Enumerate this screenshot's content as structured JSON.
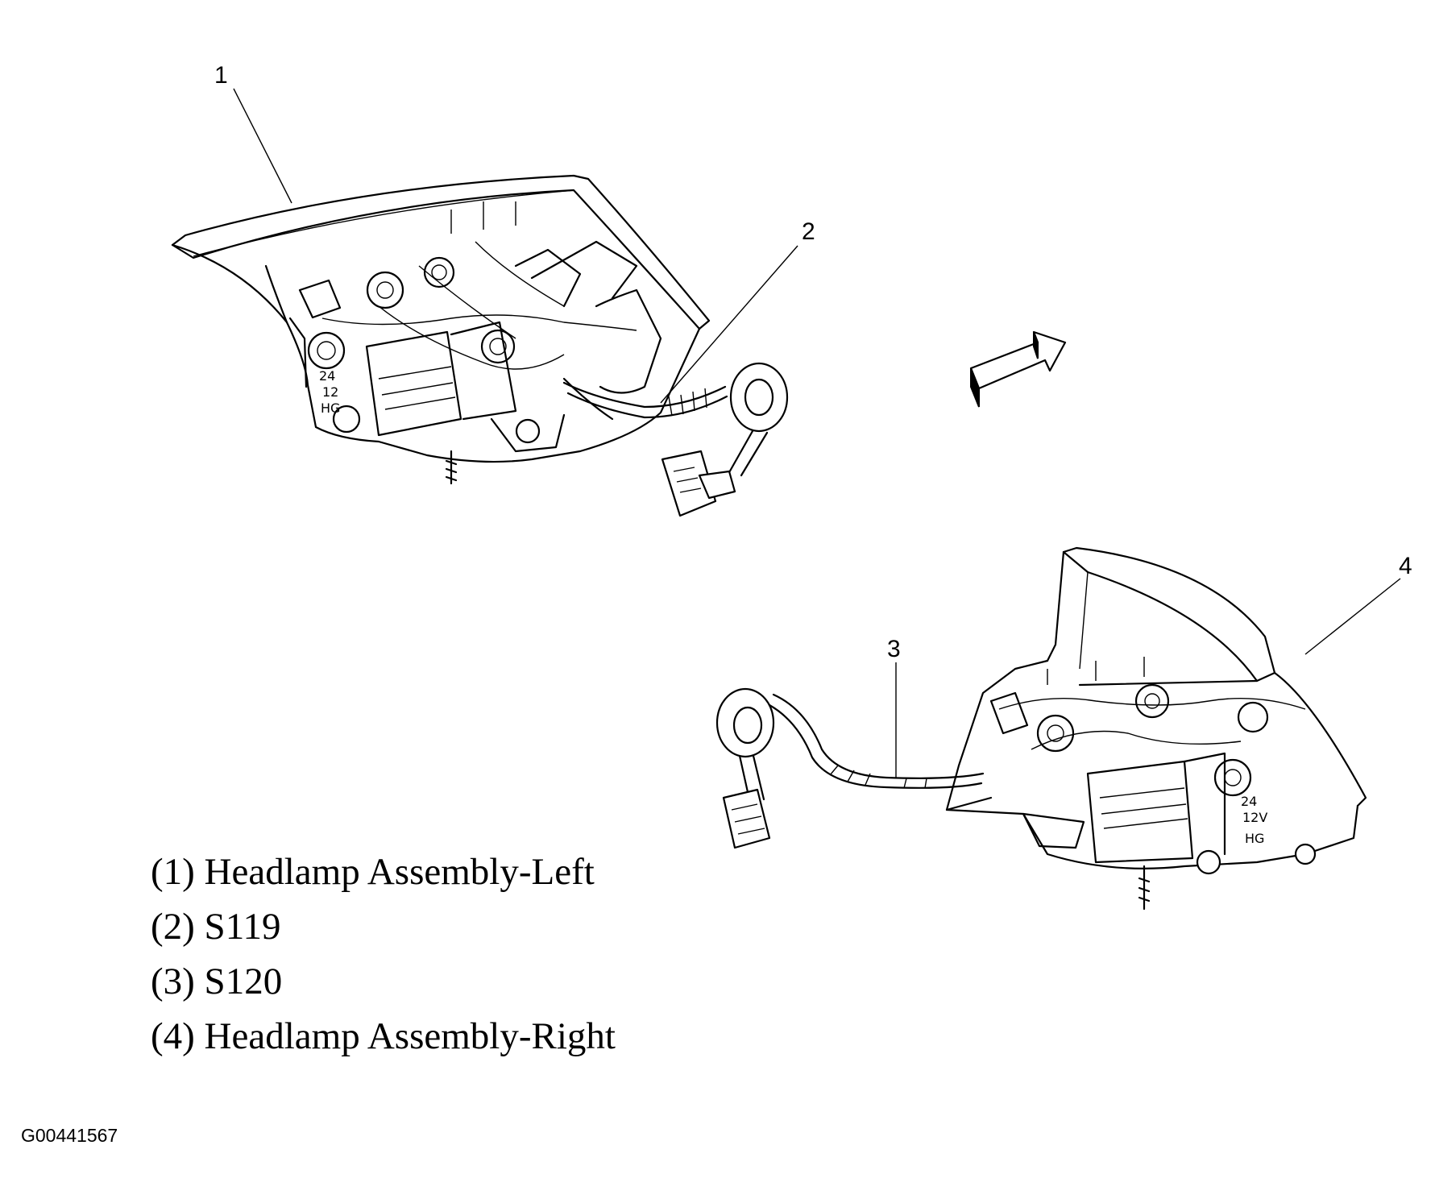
{
  "callouts": [
    {
      "id": "1",
      "text": "1"
    },
    {
      "id": "2",
      "text": "2"
    },
    {
      "id": "3",
      "text": "3"
    },
    {
      "id": "4",
      "text": "4"
    }
  ],
  "legend": [
    {
      "text": "(1) Headlamp Assembly-Left"
    },
    {
      "text": "(2) S119"
    },
    {
      "text": "(3) S120"
    },
    {
      "text": "(4) Headlamp Assembly-Right"
    }
  ],
  "lamp_markings": {
    "left": [
      "24",
      "12",
      "HG"
    ],
    "right": [
      "24",
      "12V",
      "HG"
    ]
  },
  "figure_id": "G00441567"
}
